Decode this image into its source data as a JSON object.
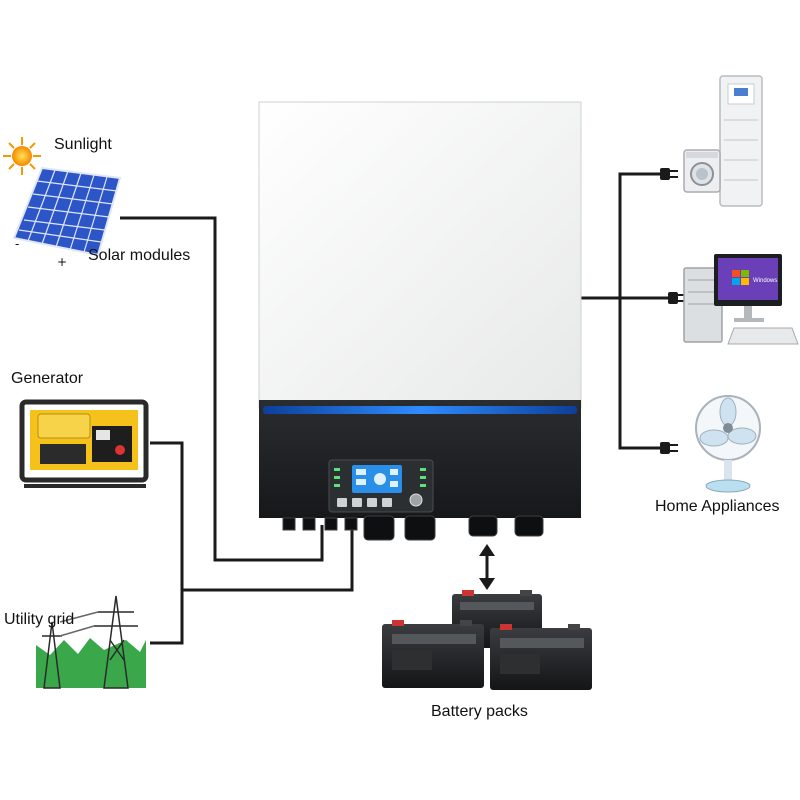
{
  "labels": {
    "sunlight": "Sunlight",
    "solar_modules": "Solar modules",
    "generator": "Generator",
    "utility_grid": "Utility grid",
    "battery_packs": "Battery packs",
    "home_appliances": "Home Appliances"
  },
  "solar_polarity": {
    "negative": "-",
    "positive": "+"
  },
  "monitor_logo": "Windows",
  "colors": {
    "wire": "#1a1a1a",
    "inverter_body": "#f4f4f3",
    "inverter_base": "#1f2224",
    "accent_strip": "#1e6fe0",
    "lcd": "#2a8fe8",
    "solar_cell": "#2c55c8",
    "generator_yellow": "#f5c21b",
    "grass": "#3aa84a"
  },
  "icons": [
    "sun-icon",
    "solar-panel-icon",
    "generator-icon",
    "power-tower-icon",
    "battery-icon",
    "air-conditioner-icon",
    "washing-machine-icon",
    "computer-icon",
    "fan-icon",
    "plug-icon",
    "double-arrow-icon"
  ]
}
